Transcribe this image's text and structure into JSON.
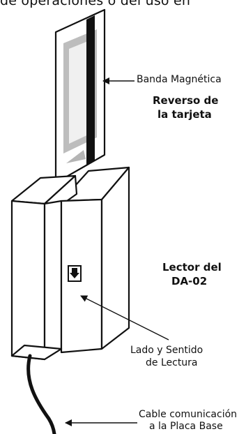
{
  "header_text": "de operaciones o del uso en",
  "labels": {
    "magnetic_stripe": "Banda Magnética",
    "card_back_line1": "Reverso de",
    "card_back_line2": "la tarjeta",
    "reader_line1": "Lector del",
    "reader_line2": "DA-02",
    "read_side_line1": "Lado y Sentido",
    "read_side_line2": "de Lectura",
    "cable_line1": "Cable comunicación",
    "cable_line2": "a la Placa Base"
  },
  "colors": {
    "ink": "#111111",
    "stripe": "#111111",
    "card_gray": "#bdbdbd",
    "card_light": "#e8e8e8"
  },
  "icons": [
    "down-arrow-icon",
    "pointer-arrow-icon"
  ]
}
